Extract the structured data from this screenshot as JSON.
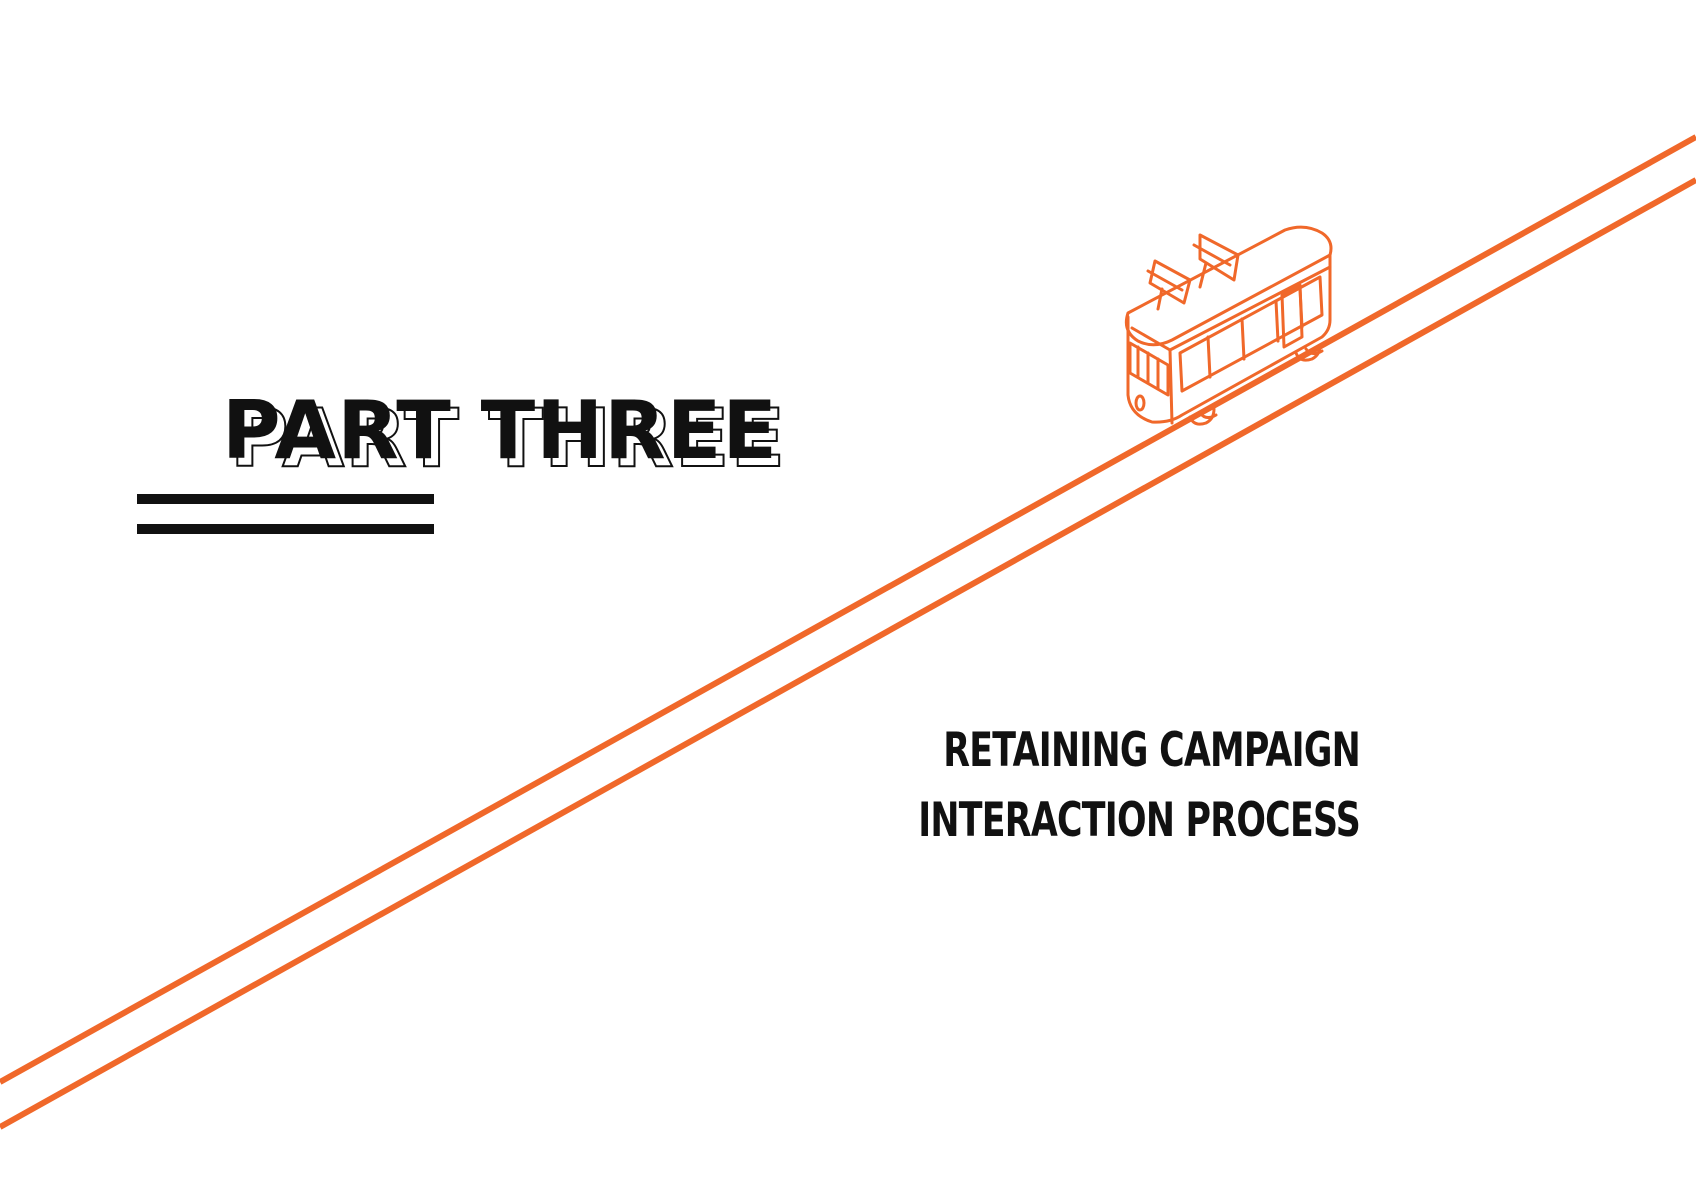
{
  "title": {
    "text": "PART THREE"
  },
  "subtitle": {
    "line1": "RETAINING CAMPAIGN",
    "line2": "INTERACTION PROCESS"
  },
  "colors": {
    "accent": "#f0682a",
    "text": "#111111",
    "background": "#ffffff"
  },
  "icons": {
    "illustration": "tram-icon"
  }
}
